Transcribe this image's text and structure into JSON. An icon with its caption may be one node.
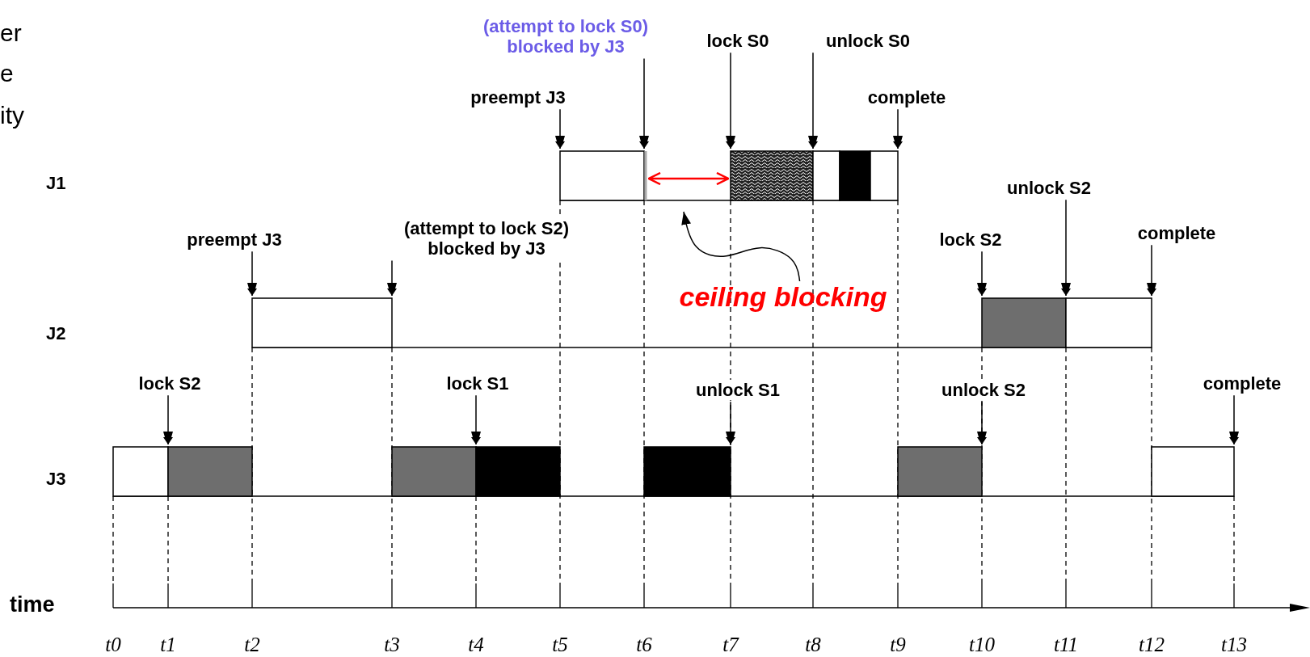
{
  "diagram": {
    "nodes": [
      {
        "text": [
          "(attempt to lock S0) blocked by J3"
        ]
      },
      {
        "text": [
          "lock S0"
        ]
      },
      {
        "text": [
          "unlock S0"
        ]
      },
      {
        "text": [
          "preempt J3"
        ]
      },
      {
        "text": [
          "complete"
        ]
      },
      {
        "text": [
          "unlock S2"
        ]
      },
      {
        "text": [
          "preempt J3"
        ]
      },
      {
        "text": [
          "(attempt to lock S2) blocked by J3"
        ]
      },
      {
        "text": [
          "lock S2"
        ]
      },
      {
        "text": [
          "complete"
        ]
      },
      {
        "text": [
          "ceiling blocking"
        ]
      },
      {
        "text": [
          "lock S2"
        ]
      },
      {
        "text": [
          "lock S1"
        ]
      },
      {
        "text": [
          "unlock S1"
        ]
      },
      {
        "text": [
          "unlock S2"
        ]
      },
      {
        "text": [
          "complete"
        ]
      }
    ],
    "edges": [
      {
        "from": 0,
        "to": null,
        "arrow": "to"
      },
      {
        "from": 1,
        "to": null,
        "arrow": "to"
      },
      {
        "from": 2,
        "to": null,
        "arrow": "to"
      },
      {
        "from": 3,
        "to": null,
        "arrow": "to"
      },
      {
        "from": 4,
        "to": null,
        "arrow": "to"
      },
      {
        "from": 5,
        "to": null,
        "arrow": "to"
      },
      {
        "from": 6,
        "to": null,
        "arrow": "to"
      },
      {
        "from": 7,
        "to": null,
        "arrow": "to"
      },
      {
        "from": 8,
        "to": null,
        "arrow": "to"
      },
      {
        "from": 9,
        "to": null,
        "arrow": "to"
      },
      {
        "from": 10,
        "to": null,
        "arrow": "to"
      },
      {
        "from": 11,
        "to": null,
        "arrow": "to"
      },
      {
        "from": 12,
        "to": null,
        "arrow": "to"
      },
      {
        "from": 13,
        "to": null,
        "arrow": "to"
      },
      {
        "from": 14,
        "to": null,
        "arrow": "to"
      },
      {
        "from": 15,
        "to": null,
        "arrow": "to"
      }
    ],
    "labels": [
      "er",
      "e",
      "ity",
      "J1",
      "J2",
      "J3",
      "time",
      "t0",
      "t1",
      "t2",
      "t3",
      "t4",
      "t5",
      "t6",
      "t7",
      "t8",
      "t9",
      "t10",
      "t11",
      "t12",
      "t13"
    ]
  }
}
